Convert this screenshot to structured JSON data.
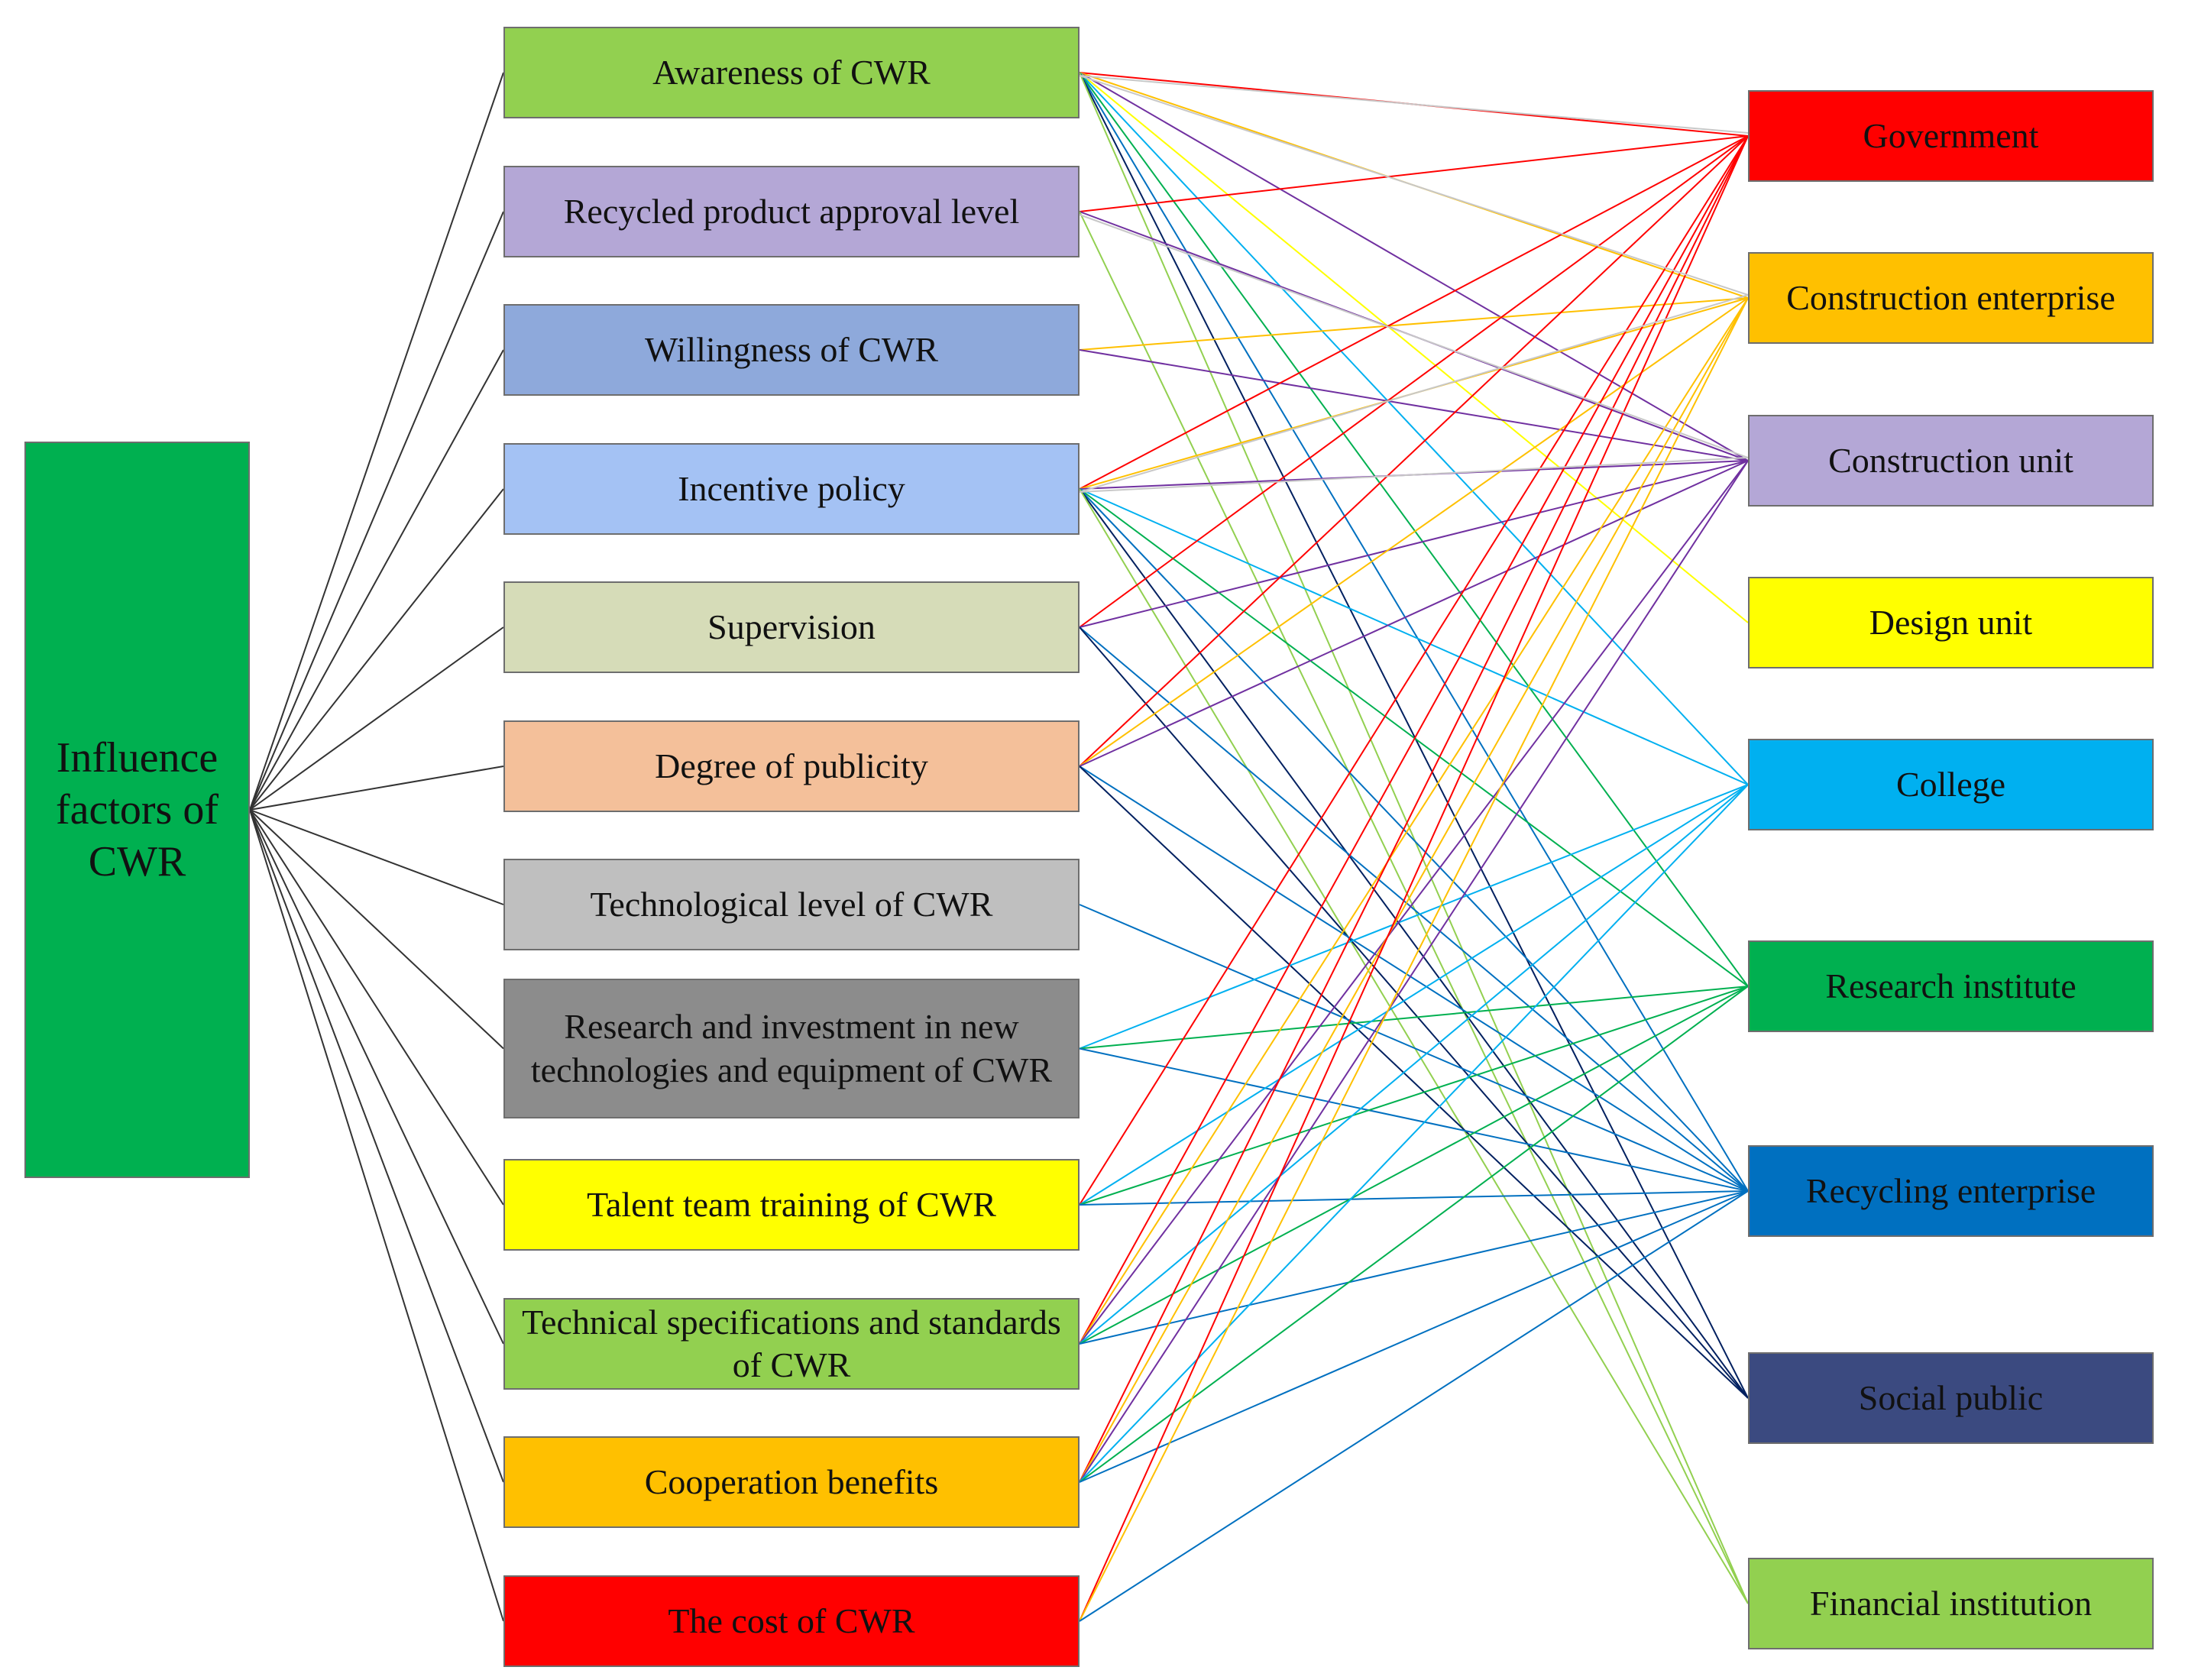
{
  "root": {
    "label": "Influence factors of CWR",
    "color": "#00b050"
  },
  "factors": [
    {
      "label": "Awareness of CWR",
      "color": "#92d050"
    },
    {
      "label": "Recycled product approval level",
      "color": "#b4a7d6"
    },
    {
      "label": "Willingness of CWR",
      "color": "#8ea9db"
    },
    {
      "label": "Incentive policy",
      "color": "#a4c2f4"
    },
    {
      "label": "Supervision",
      "color": "#d6dcb8"
    },
    {
      "label": "Degree of publicity",
      "color": "#f4c09a"
    },
    {
      "label": "Technological level of CWR",
      "color": "#bfbfbf"
    },
    {
      "label": "Research and investment in new technologies and equipment of CWR",
      "color": "#8c8c8c"
    },
    {
      "label": "Talent team training of CWR",
      "color": "#ffff00"
    },
    {
      "label": "Technical specifications and standards of CWR",
      "color": "#92d050"
    },
    {
      "label": "Cooperation benefits",
      "color": "#ffc000"
    },
    {
      "label": "The cost of CWR",
      "color": "#ff0000"
    }
  ],
  "stakeholders": [
    {
      "label": "Government",
      "color": "#ff0000",
      "line_color": "#ff0000"
    },
    {
      "label": "Construction enterprise",
      "color": "#ffc000",
      "line_color": "#ffc000"
    },
    {
      "label": "Construction unit",
      "color": "#b4a7d6",
      "line_color": "#7030a0"
    },
    {
      "label": "Design unit",
      "color": "#ffff00",
      "line_color": "#ffff00"
    },
    {
      "label": "College",
      "color": "#00b0f0",
      "line_color": "#00b0f0"
    },
    {
      "label": "Research institute",
      "color": "#00b050",
      "line_color": "#00b050"
    },
    {
      "label": "Recycling enterprise",
      "color": "#0070c0",
      "line_color": "#0070c0"
    },
    {
      "label": "Social public",
      "color": "#3b4a80",
      "line_color": "#002060"
    },
    {
      "label": "Financial institution",
      "color": "#92d050",
      "line_color": "#92d050"
    }
  ],
  "links": [
    {
      "factor": 0,
      "to": [
        0,
        1,
        2,
        3,
        4,
        5,
        6,
        7,
        8
      ]
    },
    {
      "factor": 1,
      "to": [
        0,
        2,
        8
      ]
    },
    {
      "factor": 2,
      "to": [
        1,
        2
      ]
    },
    {
      "factor": 3,
      "to": [
        0,
        1,
        2,
        4,
        5,
        6,
        7,
        8
      ]
    },
    {
      "factor": 4,
      "to": [
        0,
        2,
        6,
        7
      ]
    },
    {
      "factor": 5,
      "to": [
        0,
        1,
        2,
        6,
        7
      ]
    },
    {
      "factor": 6,
      "to": [
        6
      ]
    },
    {
      "factor": 7,
      "to": [
        4,
        5,
        6
      ]
    },
    {
      "factor": 8,
      "to": [
        0,
        4,
        5,
        6
      ]
    },
    {
      "factor": 9,
      "to": [
        0,
        1,
        2,
        4,
        5,
        6
      ]
    },
    {
      "factor": 10,
      "to": [
        0,
        1,
        2,
        4,
        5,
        6
      ]
    },
    {
      "factor": 11,
      "to": [
        0,
        1,
        6
      ]
    }
  ],
  "root_line_color": "#333333",
  "aux_line_color": "#c8c8c8"
}
